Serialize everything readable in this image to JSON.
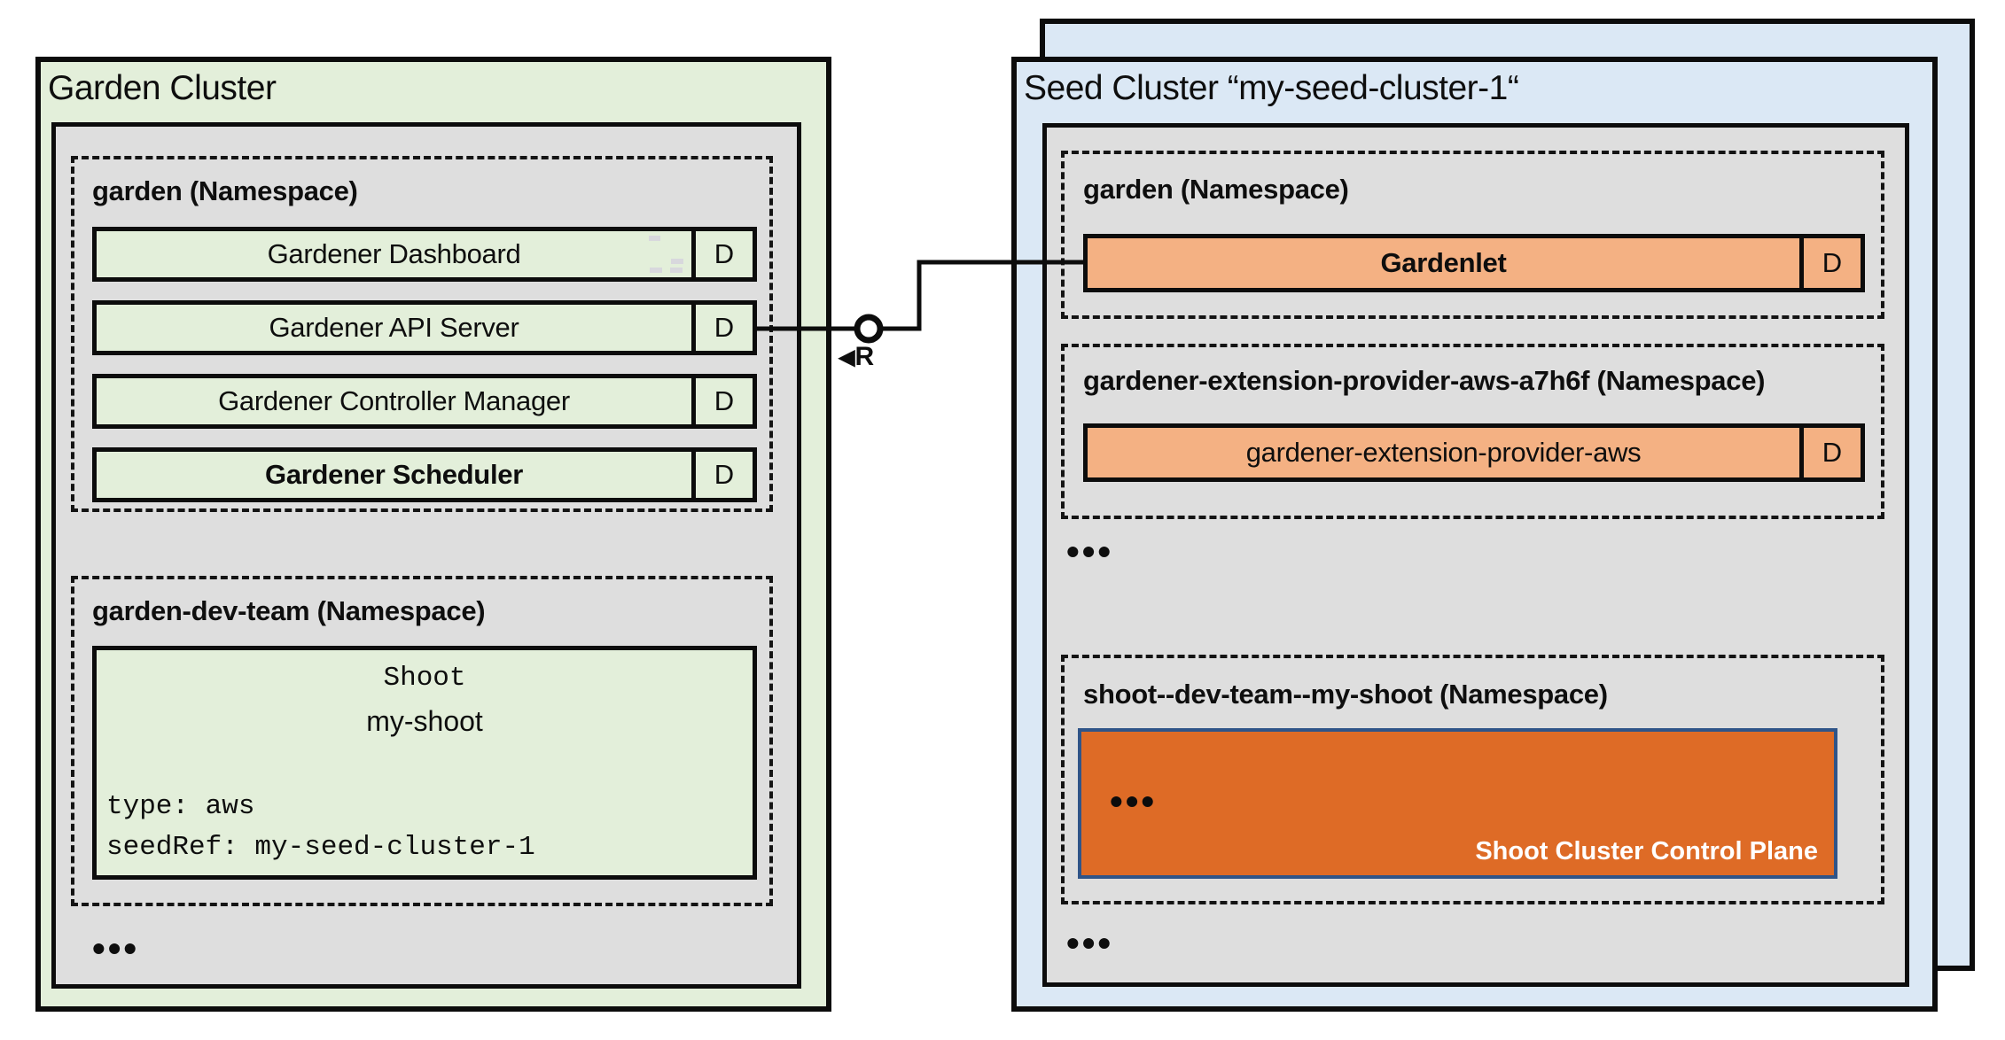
{
  "garden_cluster": {
    "title": "Garden Cluster",
    "garden_namespace": {
      "label": "garden (Namespace)",
      "components": [
        {
          "name": "Gardener Dashboard",
          "badge": "D"
        },
        {
          "name": "Gardener API Server",
          "badge": "D"
        },
        {
          "name": "Gardener Controller Manager",
          "badge": "D"
        },
        {
          "name": "Gardener Scheduler",
          "badge": "D"
        }
      ]
    },
    "dev_namespace": {
      "label": "garden-dev-team (Namespace)",
      "shoot_resource": {
        "kind": "Shoot",
        "name": "my-shoot",
        "spec_line_1": "type: aws",
        "spec_line_2": "seedRef: my-seed-cluster-1"
      }
    },
    "ellipsis": "•••"
  },
  "seed_cluster": {
    "title": "Seed Cluster “my-seed-cluster-1“",
    "garden_namespace": {
      "label": "garden (Namespace)",
      "components": [
        {
          "name": "Gardenlet",
          "badge": "D"
        }
      ]
    },
    "extension_namespace": {
      "label": "gardener-extension-provider-aws-a7h6f (Namespace)",
      "components": [
        {
          "name": "gardener-extension-provider-aws",
          "badge": "D"
        }
      ]
    },
    "ellipsis_1": "•••",
    "shoot_namespace": {
      "label": "shoot--dev-team--my-shoot (Namespace)",
      "control_plane": {
        "ellipsis": "•••",
        "label": "Shoot Cluster Control Plane"
      }
    },
    "ellipsis_2": "•••"
  },
  "connector": {
    "arrow": "◀",
    "label": "R"
  },
  "colors": {
    "garden_green": "#e3efda",
    "seed_blue": "#dbe8f5",
    "namespace_gray": "#dedede",
    "component_orange": "#f4b183",
    "control_plane_orange": "#de6b26",
    "control_plane_border": "#2f5488",
    "line_black": "#0c0c0c"
  }
}
